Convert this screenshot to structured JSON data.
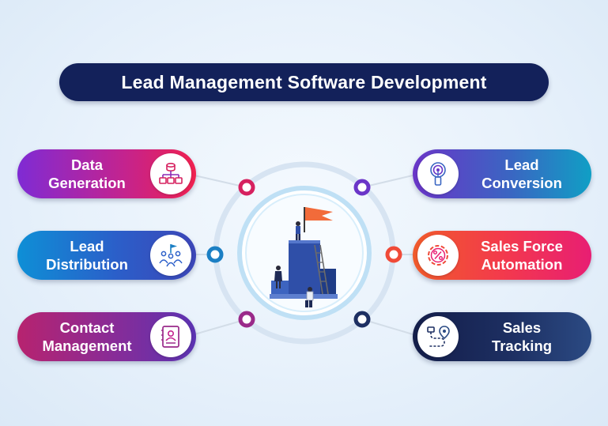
{
  "title": "Lead Management Software Development",
  "colors": {
    "title_bg": "#13215a",
    "ring": "#d7e4f2",
    "inner_ring": "#bfe0f5",
    "flag": "#f26b3a",
    "podium": "#2f4fa8"
  },
  "items": [
    {
      "label": "Data Generation",
      "lines": [
        "Data",
        "Generation"
      ],
      "icon": "hierarchy-database-icon",
      "side": "left",
      "dot_color": "#d6215f"
    },
    {
      "label": "Lead Distribution",
      "lines": [
        "Lead",
        "Distribution"
      ],
      "icon": "team-flag-icon",
      "side": "left",
      "dot_color": "#1b7fc4"
    },
    {
      "label": "Contact Management",
      "lines": [
        "Contact",
        "Management"
      ],
      "icon": "contact-card-icon",
      "side": "left",
      "dot_color": "#9a2a8a"
    },
    {
      "label": "Lead Conversion",
      "lines": [
        "Lead",
        "Conversion"
      ],
      "icon": "target-user-icon",
      "side": "right",
      "dot_color": "#6a35c8"
    },
    {
      "label": "Sales Force Automation",
      "lines": [
        "Sales Force",
        "Automation"
      ],
      "icon": "percent-gear-icon",
      "side": "right",
      "dot_color": "#f04a38"
    },
    {
      "label": "Sales Tracking",
      "lines": [
        "Sales",
        "Tracking"
      ],
      "icon": "route-pin-icon",
      "side": "right",
      "dot_color": "#1d2f62"
    }
  ]
}
